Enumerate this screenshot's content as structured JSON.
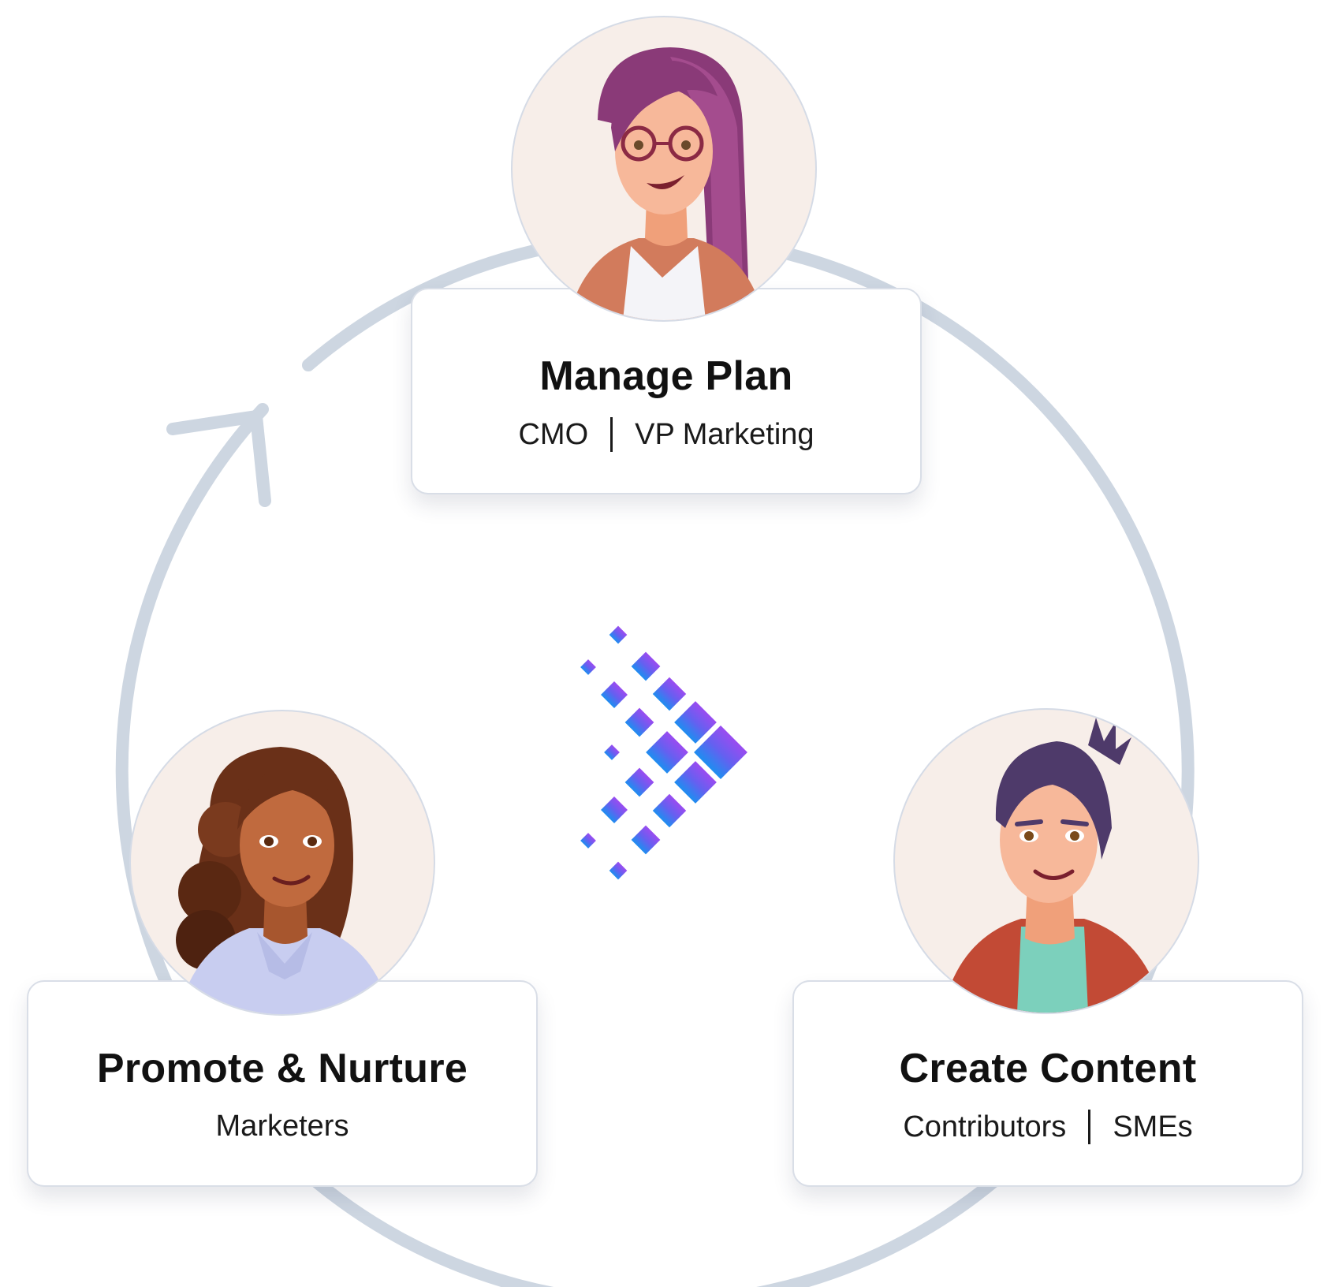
{
  "colors": {
    "ring": "#cdd6e1",
    "card_border": "#d9dee7",
    "avatar_bg": "#f7eee9",
    "logo_gradient_top": "#9a4cf0",
    "logo_gradient_mid": "#6560f0",
    "logo_gradient_bottom": "#1e8ef0"
  },
  "center_logo": {
    "icon": "diamond-network-logo-icon"
  },
  "cycle_arrow": {
    "icon": "cycle-arrow-icon"
  },
  "roles": [
    {
      "title": "Manage Plan",
      "subtitles": [
        "CMO",
        "VP Marketing"
      ],
      "avatar_icon": "woman-glasses-avatar-icon"
    },
    {
      "title": "Create Content",
      "subtitles": [
        "Contributors",
        "SMEs"
      ],
      "avatar_icon": "man-topknot-avatar-icon"
    },
    {
      "title": "Promote & Nurture",
      "subtitles": [
        "Marketers"
      ],
      "avatar_icon": "woman-curly-hair-avatar-icon"
    }
  ]
}
